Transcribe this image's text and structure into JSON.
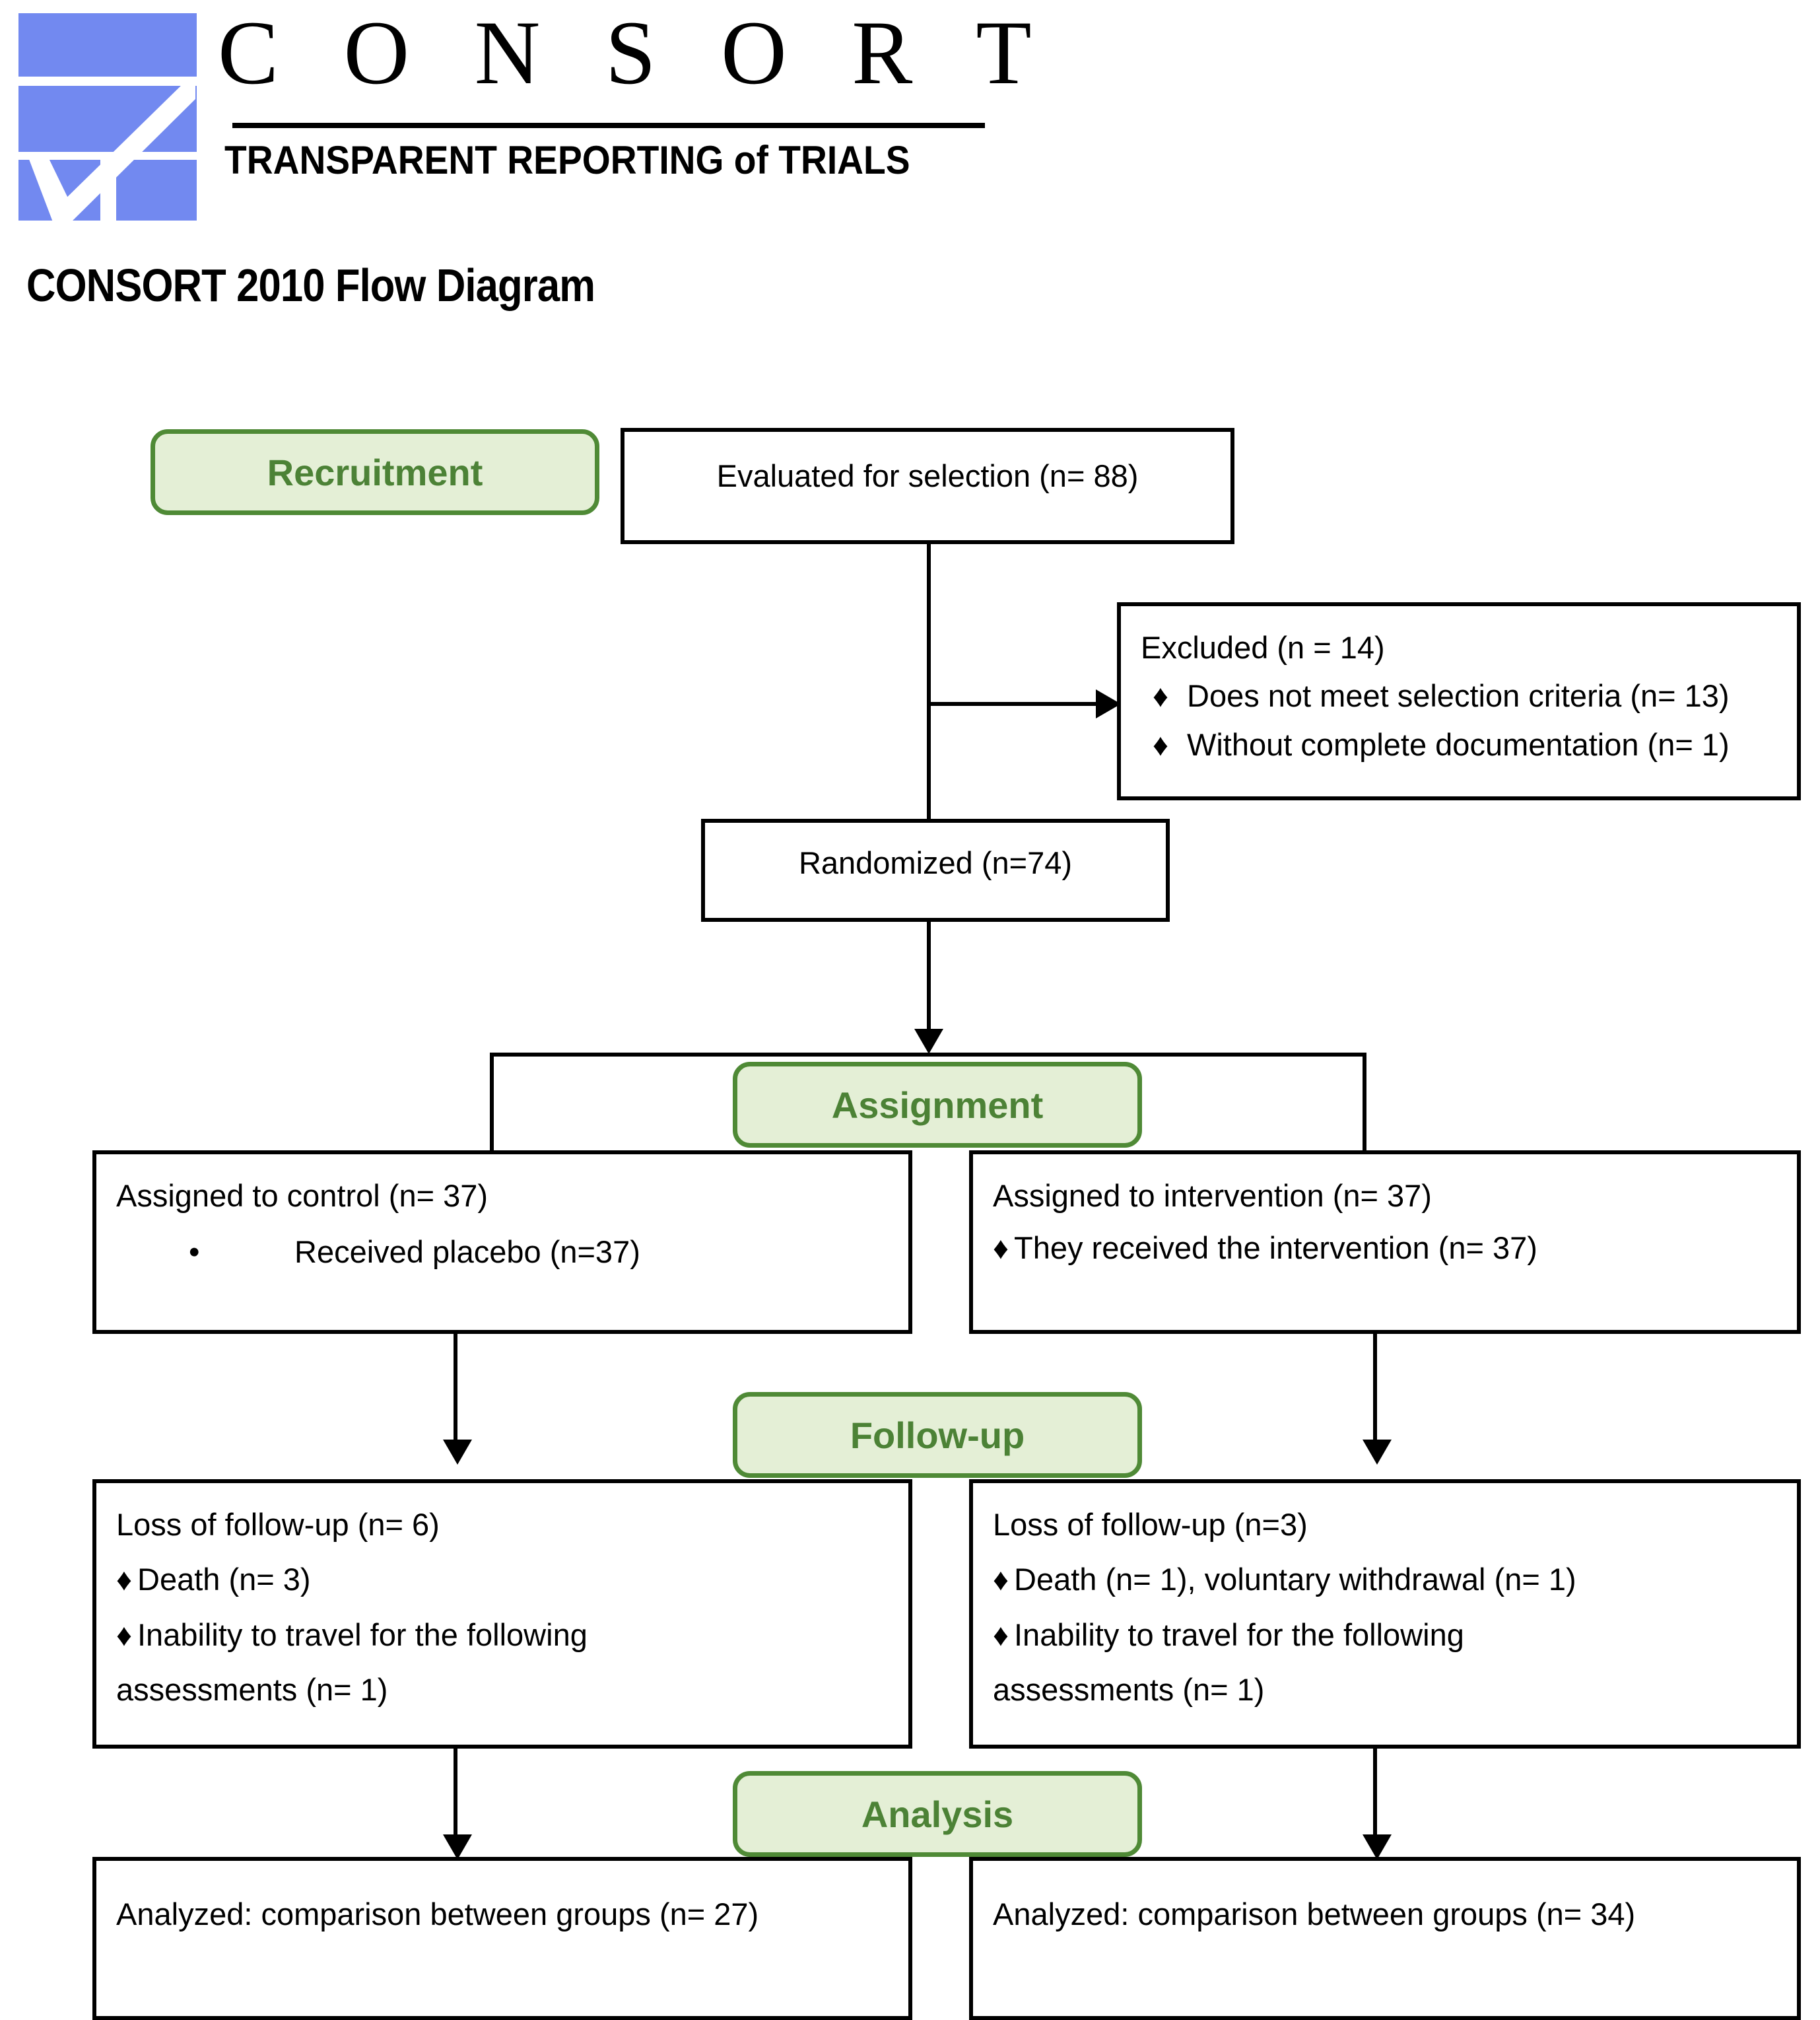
{
  "brand": {
    "wordmark": "C O N S O R T",
    "tagline": "TRANSPARENT REPORTING of TRIALS",
    "logo_color": "#7289F0"
  },
  "page_title": "CONSORT 2010 Flow Diagram",
  "colors": {
    "pill_border": "#4F8A36",
    "pill_fill": "#E4EFD6",
    "pill_text": "#4C8236",
    "box_border": "#000000",
    "connector": "#000000"
  },
  "stages": {
    "recruitment": "Recruitment",
    "assignment": "Assignment",
    "followup": "Follow-up",
    "analysis": "Analysis"
  },
  "boxes": {
    "evaluated": {
      "title": "Evaluated for selection (n= 88)"
    },
    "excluded": {
      "title": "Excluded (n = 14)",
      "items": [
        {
          "marker": "♦",
          "text": "Does not meet selection criteria (n= 13)"
        },
        {
          "marker": "♦",
          "text": "Without complete documentation (n= 1)"
        }
      ]
    },
    "randomized": {
      "title": "Randomized (n=74)"
    },
    "assigned_control": {
      "title": "Assigned to control (n= 37)",
      "items": [
        {
          "marker": "•",
          "text": "Received placebo (n=37)"
        }
      ]
    },
    "assigned_intervention": {
      "title": "Assigned to intervention (n= 37)",
      "items": [
        {
          "marker": "♦",
          "text": "They received the intervention (n= 37)"
        }
      ]
    },
    "followup_control": {
      "title": "Loss of follow-up (n= 6)",
      "items": [
        {
          "marker": "♦",
          "text": "Death (n= 3)"
        },
        {
          "marker": "♦",
          "text": "Inability to travel for the following"
        }
      ],
      "continuation": "assessments (n= 1)"
    },
    "followup_intervention": {
      "title": "Loss of follow-up (n=3)",
      "items": [
        {
          "marker": "♦",
          "text": "Death (n= 1), voluntary withdrawal (n= 1)"
        },
        {
          "marker": "♦",
          "text": "Inability to travel for the following"
        }
      ],
      "continuation": "assessments (n= 1)"
    },
    "analyzed_control": {
      "title": "Analyzed: comparison between groups (n= 27)"
    },
    "analyzed_intervention": {
      "title": "Analyzed: comparison between groups (n= 34)"
    }
  },
  "flow_data": {
    "type": "flow-diagram",
    "standard": "CONSORT 2010",
    "nodes": [
      {
        "id": "evaluated",
        "stage": "Recruitment",
        "label": "Evaluated for selection",
        "n": 88
      },
      {
        "id": "excluded",
        "stage": "Recruitment",
        "label": "Excluded",
        "n": 14,
        "reasons": [
          {
            "label": "Does not meet selection criteria",
            "n": 13
          },
          {
            "label": "Without complete documentation",
            "n": 1
          }
        ]
      },
      {
        "id": "randomized",
        "stage": "Recruitment",
        "label": "Randomized",
        "n": 74
      },
      {
        "id": "assigned_control",
        "stage": "Assignment",
        "label": "Assigned to control",
        "n": 37,
        "details": [
          {
            "label": "Received placebo",
            "n": 37
          }
        ]
      },
      {
        "id": "assigned_intervention",
        "stage": "Assignment",
        "label": "Assigned to intervention",
        "n": 37,
        "details": [
          {
            "label": "They received the intervention",
            "n": 37
          }
        ]
      },
      {
        "id": "followup_control",
        "stage": "Follow-up",
        "label": "Loss of follow-up",
        "n": 6,
        "details": [
          {
            "label": "Death",
            "n": 3
          },
          {
            "label": "Inability to travel for the following assessments",
            "n": 1
          }
        ]
      },
      {
        "id": "followup_intervention",
        "stage": "Follow-up",
        "label": "Loss of follow-up",
        "n": 3,
        "details": [
          {
            "label": "Death",
            "n": 1
          },
          {
            "label": "voluntary withdrawal",
            "n": 1
          },
          {
            "label": "Inability to travel for the following assessments",
            "n": 1
          }
        ]
      },
      {
        "id": "analyzed_control",
        "stage": "Analysis",
        "label": "Analyzed: comparison between groups",
        "n": 27
      },
      {
        "id": "analyzed_intervention",
        "stage": "Analysis",
        "label": "Analyzed: comparison between groups",
        "n": 34
      }
    ],
    "edges": [
      {
        "from": "evaluated",
        "to": "excluded"
      },
      {
        "from": "evaluated",
        "to": "randomized"
      },
      {
        "from": "randomized",
        "to": "assigned_control"
      },
      {
        "from": "randomized",
        "to": "assigned_intervention"
      },
      {
        "from": "assigned_control",
        "to": "followup_control"
      },
      {
        "from": "assigned_intervention",
        "to": "followup_intervention"
      },
      {
        "from": "followup_control",
        "to": "analyzed_control"
      },
      {
        "from": "followup_intervention",
        "to": "analyzed_intervention"
      }
    ]
  }
}
